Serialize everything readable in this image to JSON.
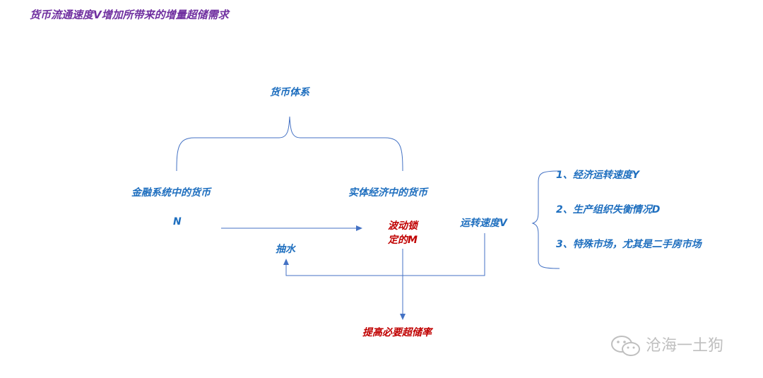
{
  "title": "货币流通速度V增加所带来的增量超储需求",
  "nodes": {
    "system": "货币体系",
    "financial_money": "金融系统中的货币",
    "real_money": "实体经济中的货币",
    "n": "N",
    "bodong_line1": "波动锁",
    "bodong_line2": "定的M",
    "speed": "运转速度V",
    "chou": "抽水",
    "tigao": "提高必要超储率"
  },
  "factors": [
    "1、经济运转速度Y",
    "2、生产组织失衡情况D",
    "3、特殊市场，尤其是二手房市场"
  ],
  "watermark": "沧海一土狗",
  "colors": {
    "title": "#7030a0",
    "text_blue": "#1f6fbf",
    "text_red": "#c00000",
    "line": "#4472c4",
    "watermark": "#bfbfbf"
  }
}
